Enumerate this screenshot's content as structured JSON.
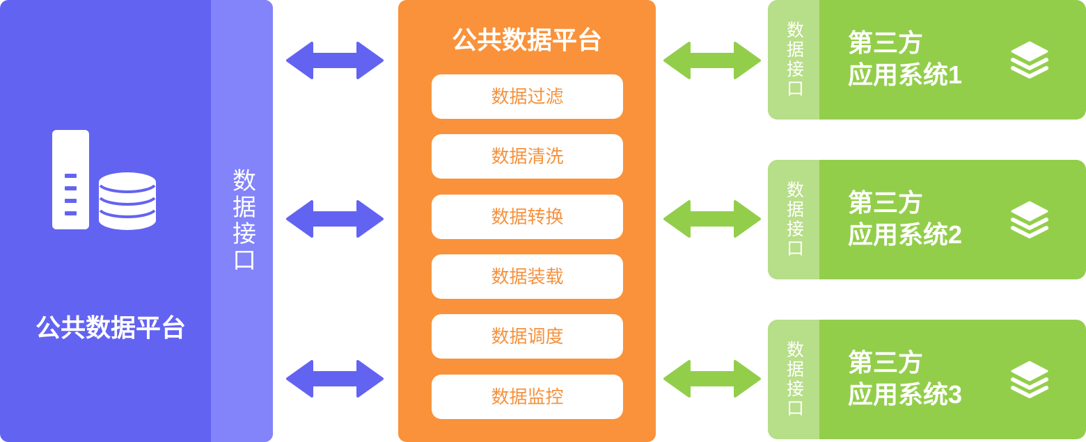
{
  "colors": {
    "platform_blue": "#6363F2",
    "platform_interface_strip": "#8384FA",
    "processing_orange": "#F9923A",
    "step_text_orange": "#F5923F",
    "app_green": "#93CE4B",
    "app_interface_strip": "#B7DE88",
    "connector_purple": "#6363F2",
    "connector_green": "#93CE4B",
    "white": "#FFFFFF"
  },
  "source_platform": {
    "title": "公共数据平台",
    "interface_label": "数据接口",
    "icons": [
      "server-icon",
      "database-icon"
    ]
  },
  "processing_platform": {
    "title": "公共数据平台",
    "steps": [
      {
        "label": "数据过滤"
      },
      {
        "label": "数据清洗"
      },
      {
        "label": "数据转换"
      },
      {
        "label": "数据装载"
      },
      {
        "label": "数据调度"
      },
      {
        "label": "数据监控"
      }
    ]
  },
  "applications": [
    {
      "interface_label": "数据接口",
      "line1": "第三方",
      "line2": "应用系统1",
      "icon": "layers-icon"
    },
    {
      "interface_label": "数据接口",
      "line1": "第三方",
      "line2": "应用系统2",
      "icon": "layers-icon"
    },
    {
      "interface_label": "数据接口",
      "line1": "第三方",
      "line2": "应用系统3",
      "icon": "layers-icon"
    }
  ]
}
